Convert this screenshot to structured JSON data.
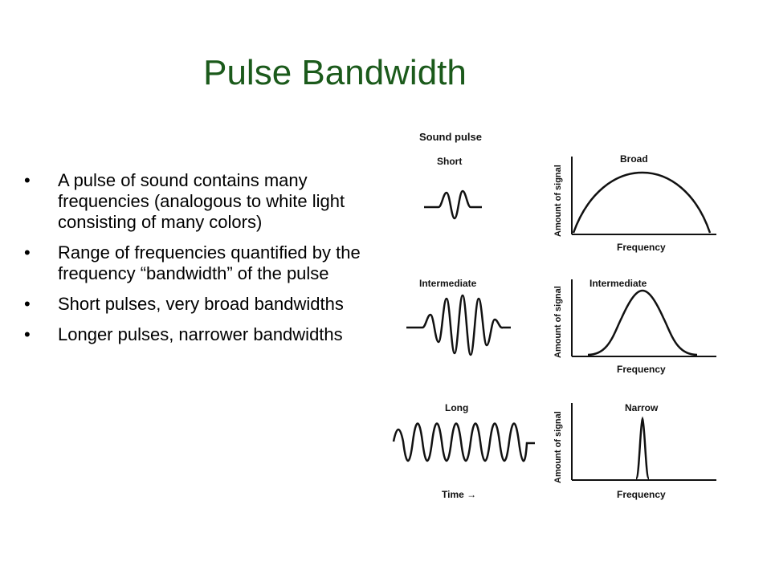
{
  "title": "Pulse Bandwidth",
  "bullets": [
    "A pulse of sound contains many frequencies (analogous to white light consisting of many colors)",
    "Range of frequencies quantified by the frequency “bandwidth” of the pulse",
    "Short pulses, very broad bandwidths",
    "Longer pulses, narrower bandwidths"
  ],
  "bullet_glyph": "•",
  "figure": {
    "sound_pulse_label": "Sound pulse",
    "time_label": "Time →",
    "pulses": [
      {
        "pulse_label": "Short",
        "spectrum_label": "Broad"
      },
      {
        "pulse_label": "Intermediate",
        "spectrum_label": "Intermediate"
      },
      {
        "pulse_label": "Long",
        "spectrum_label": "Narrow"
      }
    ],
    "y_axis_label": "Amount of signal",
    "x_axis_label": "Frequency"
  }
}
